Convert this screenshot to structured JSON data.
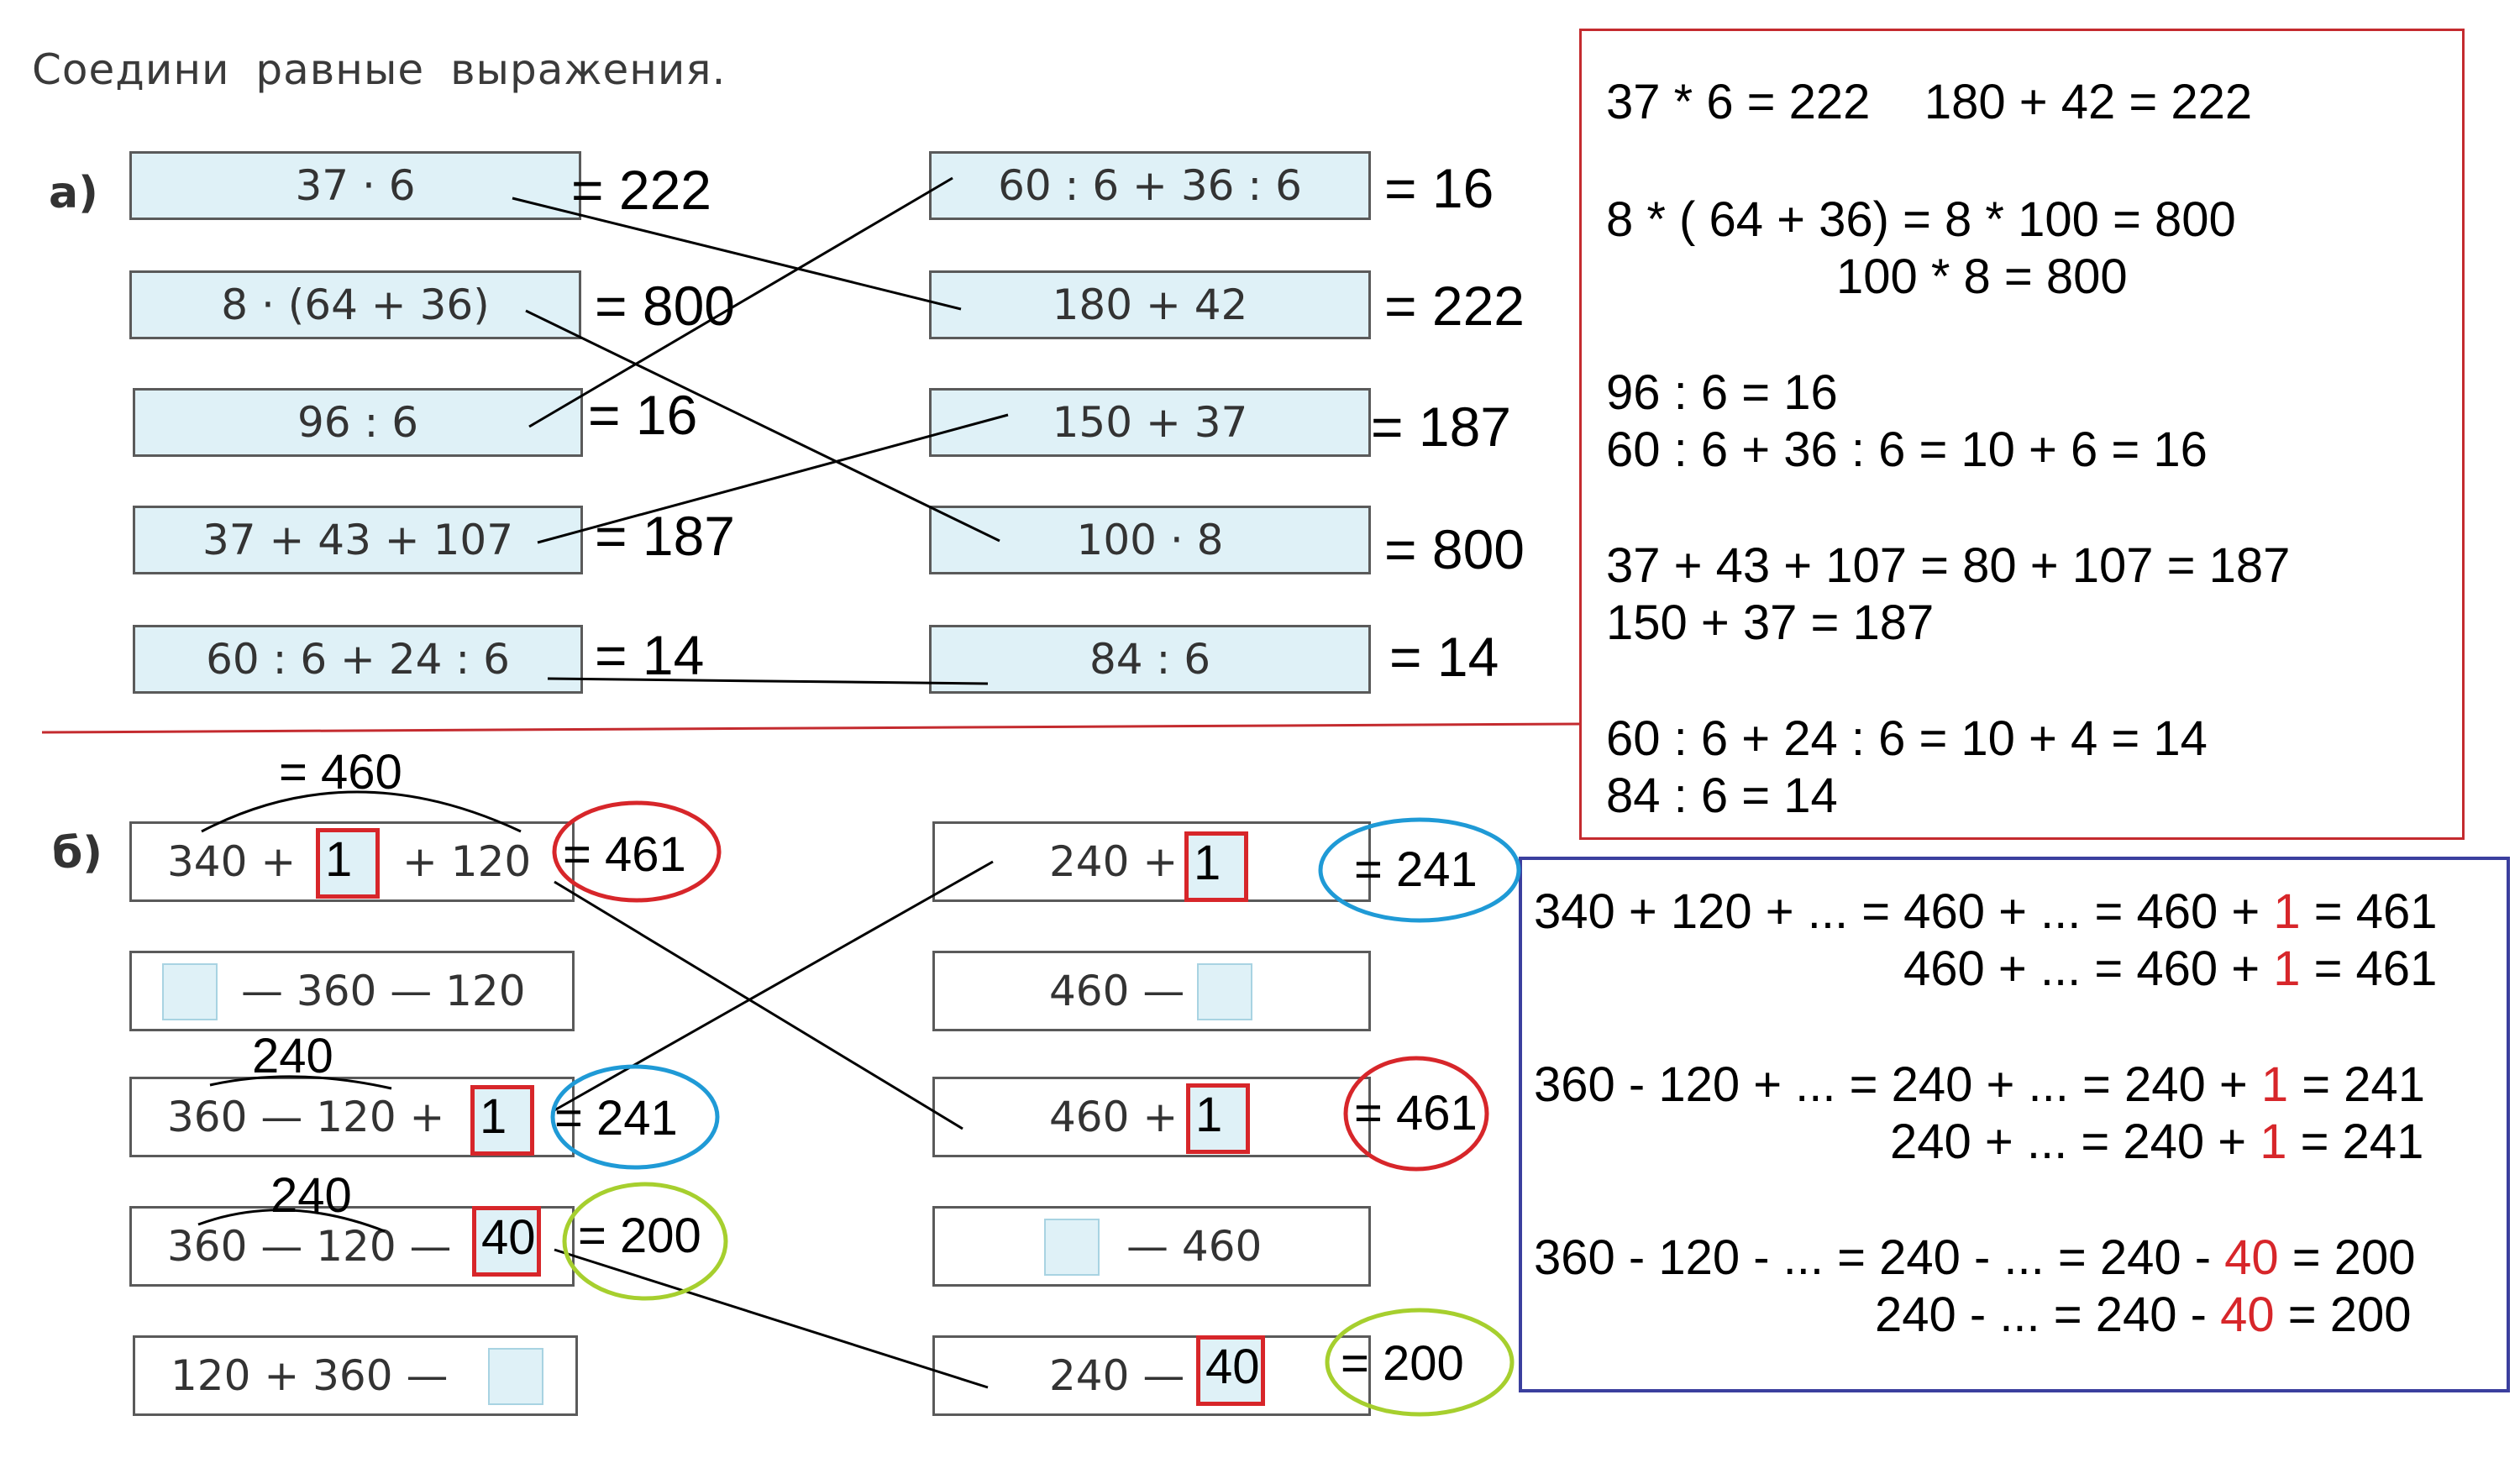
{
  "title": "Соедини  равные  выражения.",
  "part_a": {
    "label": "а)",
    "left": [
      {
        "expr": "37 · 6",
        "ans": "= 222"
      },
      {
        "expr": "8 · (64 + 36)",
        "ans": "= 800"
      },
      {
        "expr": "96 : 6",
        "ans": "= 16"
      },
      {
        "expr": "37 + 43 + 107",
        "ans": "= 187"
      },
      {
        "expr": "60 : 6 + 24 : 6",
        "ans": "= 14"
      }
    ],
    "right": [
      {
        "expr": "60 : 6 + 36 : 6",
        "ans": "= 16"
      },
      {
        "expr": "180 + 42",
        "ans": "= 222"
      },
      {
        "expr": "150 + 37",
        "ans": "= 187"
      },
      {
        "expr": "100 · 8",
        "ans": "= 800"
      },
      {
        "expr": "84 : 6",
        "ans": "= 14"
      }
    ]
  },
  "part_b": {
    "label": "б)",
    "left": [
      {
        "pre": "340 + ",
        "fill": "1",
        "post": "+ 120",
        "ans": "= 461",
        "note": "= 460"
      },
      {
        "post": "— 360 — 120"
      },
      {
        "pre": "360 — 120 + ",
        "fill": "1",
        "ans": "= 241",
        "note": "240"
      },
      {
        "pre": "360 — 120 — ",
        "fill": "40",
        "ans": "= 200",
        "note": "240"
      },
      {
        "pre": "120 + 360 —"
      }
    ],
    "right": [
      {
        "pre": "240 +",
        "fill": "1",
        "ans": "= 241"
      },
      {
        "pre": "460 —"
      },
      {
        "pre": "460 +",
        "fill": "1",
        "ans": "= 461"
      },
      {
        "post": "— 460"
      },
      {
        "pre": "240 —",
        "fill": "40",
        "ans": "= 200"
      }
    ]
  },
  "panel_a": {
    "lines": [
      "37 * 6 = 222    180 + 42 = 222",
      "8 * ( 64 + 36) = 8 * 100 = 800",
      "                 100 * 8 = 800",
      "96 : 6 = 16",
      "60 : 6 + 36 : 6 = 10 + 6 = 16",
      "37 + 43 + 107 = 80 + 107 = 187",
      "150 + 37 = 187",
      "60 : 6 + 24 : 6 = 10 + 4 = 14",
      "84 : 6 = 14"
    ]
  },
  "panel_b": {
    "lines": [
      {
        "a": "340 + 120 + ... = 460 + ... = 460 + ",
        "r": "1",
        "b": " = 461"
      },
      {
        "a": "460 + ... = 460 + ",
        "r": "1",
        "b": " = 461"
      },
      {
        "a": "360 - 120 + ... = 240 + ... = 240 + ",
        "r": "1",
        "b": " = 241"
      },
      {
        "a": "240 + ... = 240 + ",
        "r": "1",
        "b": " = 241"
      },
      {
        "a": "360 - 120 - ... = 240 - ... = 240 - ",
        "r": "40",
        "b": " = 200"
      },
      {
        "a": "240 - ... = 240 - ",
        "r": "40",
        "b": " = 200"
      }
    ]
  },
  "colors": {
    "red": "#d7262a",
    "blue_panel": "#3b3f9e",
    "blue_ellipse": "#1f9ad6",
    "green_ellipse": "#a6cf2e",
    "box_fill": "#dff1f7"
  }
}
